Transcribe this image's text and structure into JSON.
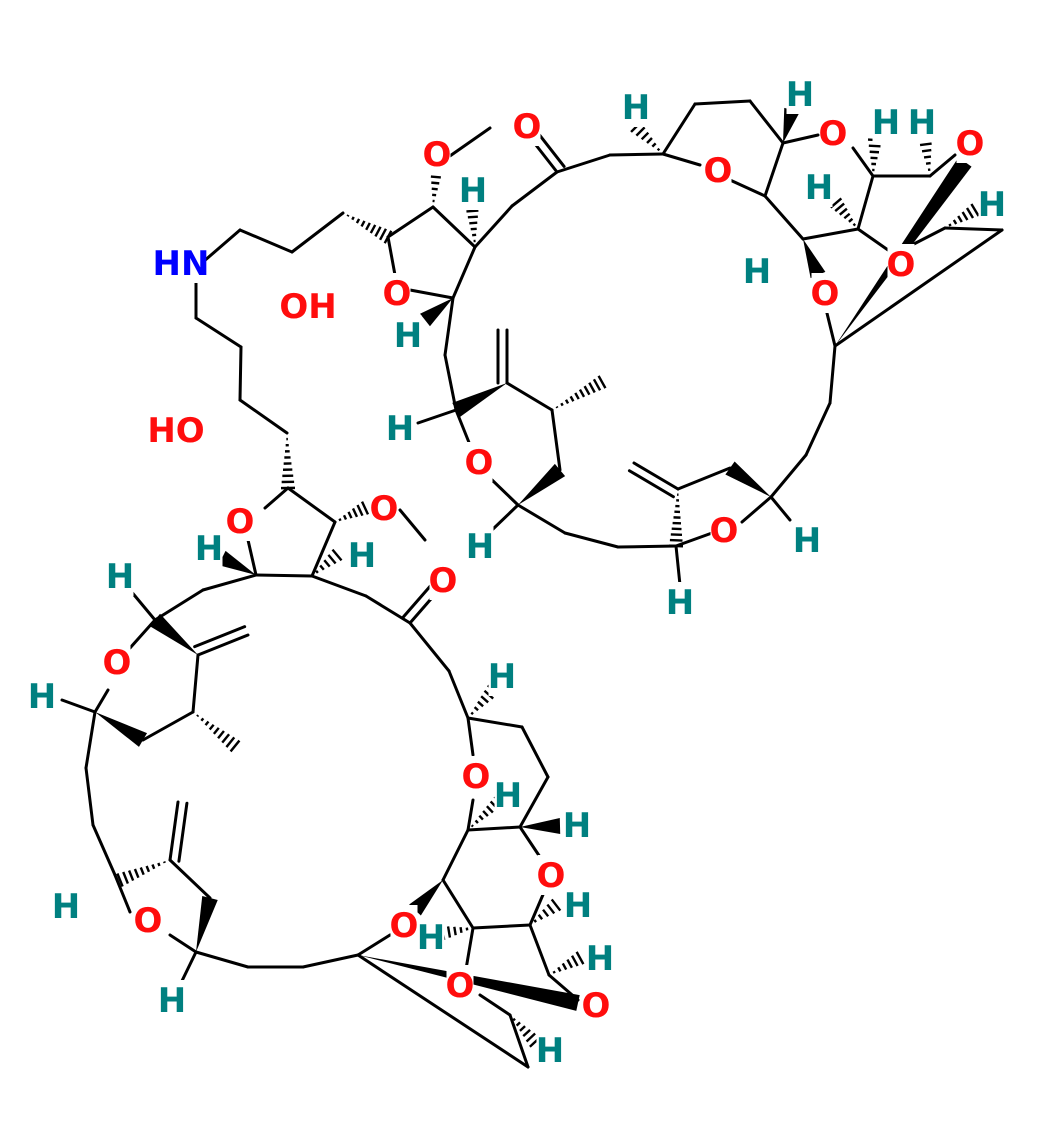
{
  "colors": {
    "O": "#ff0d0d",
    "N": "#0000ff",
    "H": "#008080",
    "bond": "#000000"
  },
  "labels": {
    "O": "O",
    "H": "H",
    "HN": "HN",
    "OH": "OH",
    "HO": "HO"
  }
}
